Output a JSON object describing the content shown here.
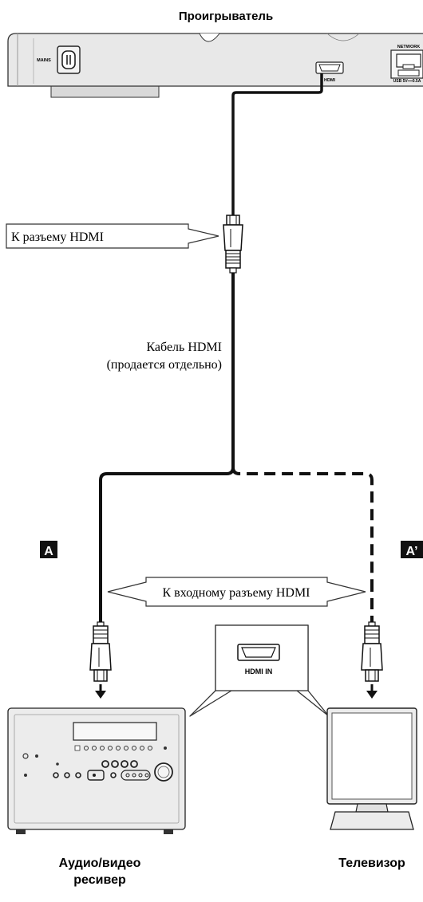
{
  "title": "Проигрыватель",
  "player": {
    "mains_label": "MAINS",
    "hdmi_label": "HDMI",
    "network_label": "NETWORK",
    "usb_label": "USB 5V━━0.5A"
  },
  "callouts": {
    "to_hdmi_jack": "К разъему HDMI",
    "cable_line1": "Кабель HDMI",
    "cable_line2": "(продается отдельно)",
    "to_hdmi_input": "К входному разъему HDMI",
    "hdmi_in": "HDMI IN"
  },
  "markers": {
    "a": "A",
    "a_prime": "A’"
  },
  "devices": {
    "receiver_line1": "Аудио/видео",
    "receiver_line2": "ресивер",
    "tv": "Телевизор"
  }
}
